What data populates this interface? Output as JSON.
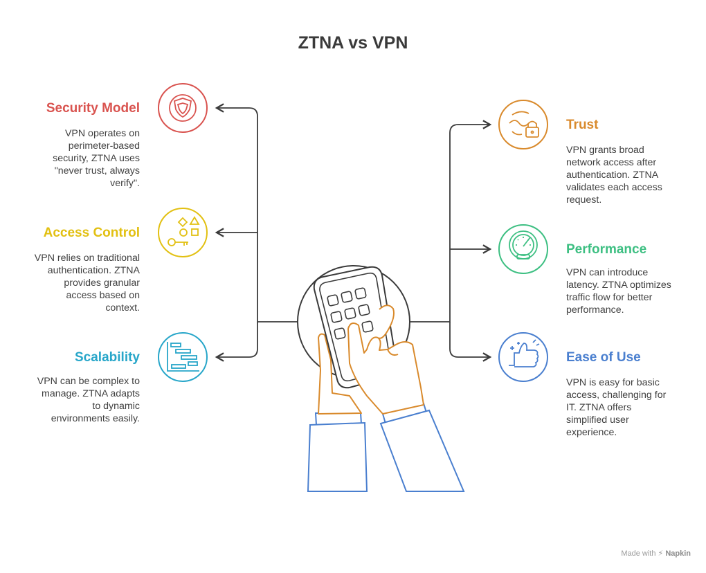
{
  "title": "ZTNA vs VPN",
  "colors": {
    "security": "#d9534f",
    "access": "#e2c012",
    "scalability": "#27a6c9",
    "trust": "#d98a2c",
    "performance": "#3dbf82",
    "ease": "#4a7fcf",
    "connector": "#3a3a3a",
    "hand_outline": "#d98a2c",
    "sleeve_outline": "#4a7fcf"
  },
  "items": {
    "security_model": {
      "heading": "Security Model",
      "desc": [
        "VPN operates on",
        "perimeter-based",
        "security, ZTNA uses",
        "\"never trust, always",
        "verify\"."
      ],
      "icon": "shield-icon"
    },
    "access_control": {
      "heading": "Access Control",
      "desc": [
        "VPN relies on traditional",
        "authentication. ZTNA",
        "provides granular",
        "access based on",
        "context."
      ],
      "icon": "key-shapes-icon"
    },
    "scalability": {
      "heading": "Scalability",
      "desc": [
        "VPN can be complex to",
        "manage. ZTNA adapts",
        "to dynamic",
        "environments easily."
      ],
      "icon": "gantt-chart-icon"
    },
    "trust": {
      "heading": "Trust",
      "desc": [
        "VPN grants broad",
        "network access after",
        "authentication. ZTNA",
        "validates each access",
        "request."
      ],
      "icon": "eye-lock-icon"
    },
    "performance": {
      "heading": "Performance",
      "desc": [
        "VPN can introduce",
        "latency. ZTNA optimizes",
        "traffic flow for better",
        "performance."
      ],
      "icon": "speedometer-icon"
    },
    "ease_of_use": {
      "heading": "Ease of Use",
      "desc": [
        "VPN is easy for basic",
        "access, challenging for",
        "IT. ZTNA offers",
        "simplified user",
        "experience."
      ],
      "icon": "thumbs-up-icon"
    }
  },
  "footer": {
    "made_with": "Made with",
    "brand": "Napkin"
  }
}
